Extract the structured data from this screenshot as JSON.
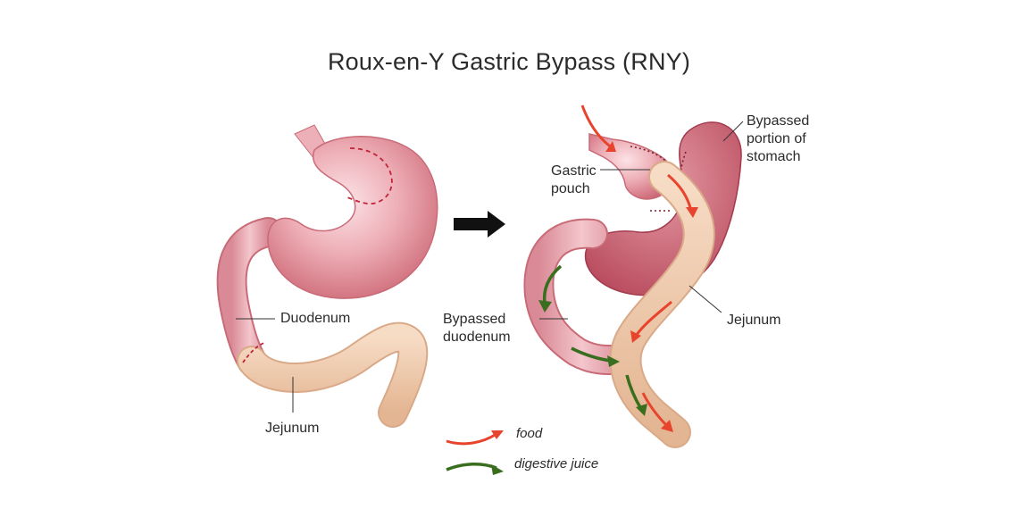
{
  "title": "Roux-en-Y Gastric Bypass (RNY)",
  "before": {
    "duodenum_label": "Duodenum",
    "jejunum_label": "Jejunum"
  },
  "after": {
    "gastric_pouch_label": [
      "Gastric",
      "pouch"
    ],
    "bypassed_stomach_label": [
      "Bypassed",
      "portion of",
      "stomach"
    ],
    "bypassed_duodenum_label": [
      "Bypassed",
      "duodenum"
    ],
    "jejunum_label": "Jejunum"
  },
  "legend": {
    "food": "food",
    "digestive_juice": "digestive juice"
  },
  "colors": {
    "stomach": "#e9a3ad",
    "stomach_dark": "#c9616f",
    "jejunum": "#efc9ac",
    "food_arrow": "#e8442d",
    "juice_arrow": "#3a6e1f",
    "text": "#2b2b2b"
  }
}
